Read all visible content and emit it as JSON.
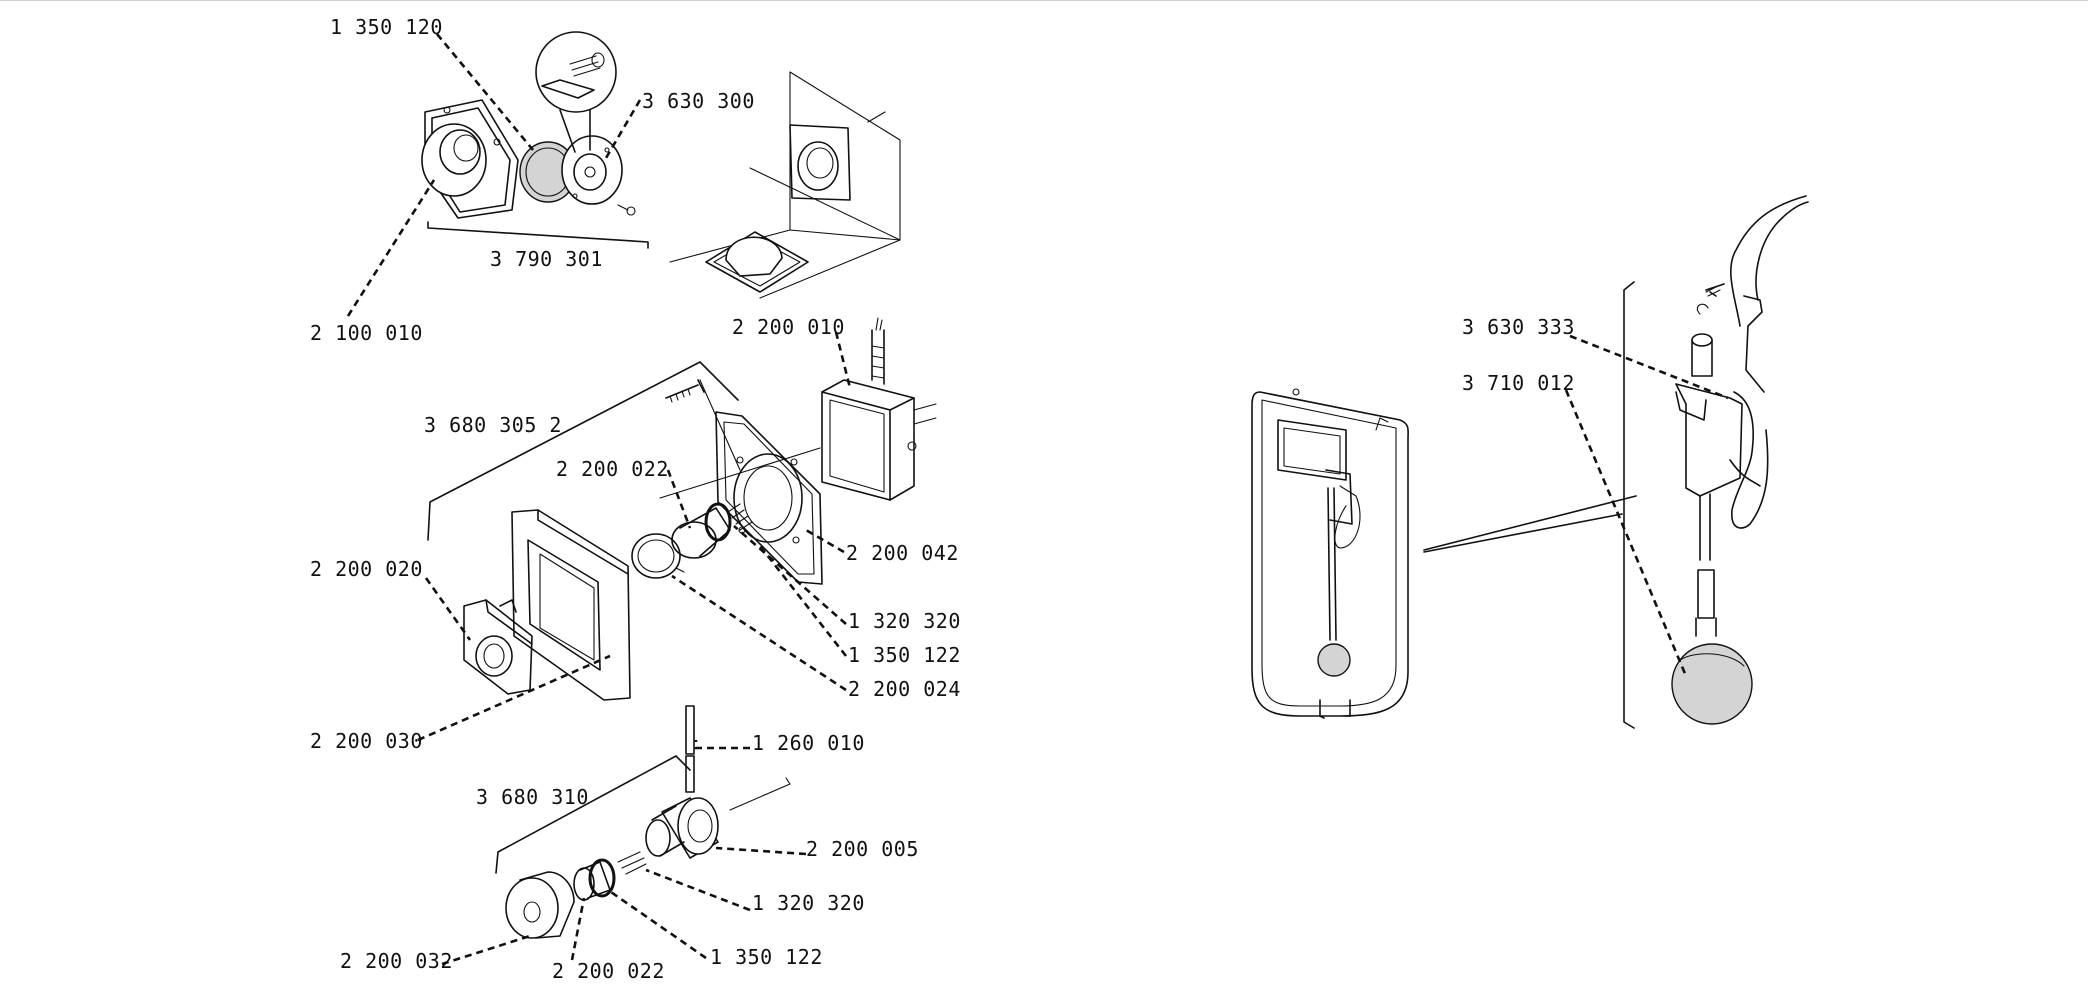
{
  "diagram": {
    "labels": {
      "l1350120_top": "1 350 120",
      "l3630300": "3 630 300",
      "l3790301": "3 790 301",
      "l2100010": "2 100 010",
      "l2200010": "2 200 010",
      "l3680305": "3 680 305 2",
      "l2200022_mid": "2 200 022",
      "l2200042": "2 200 042",
      "l2200020": "2 200 020",
      "l1320320_mid": "1 320 320",
      "l1350122_mid": "1 350 122",
      "l2200024": "2 200 024",
      "l2200030": "2 200 030",
      "l1260010": "1 260 010",
      "l3680310": "3 680 310",
      "l2200005": "2 200 005",
      "l1320320_bot": "1 320 320",
      "l2200032": "2 200 032",
      "l2200022_bot": "2 200 022",
      "l1350122_bot": "1 350 122",
      "l3630333": "3 630 333",
      "l3710012": "3 710 012"
    }
  }
}
